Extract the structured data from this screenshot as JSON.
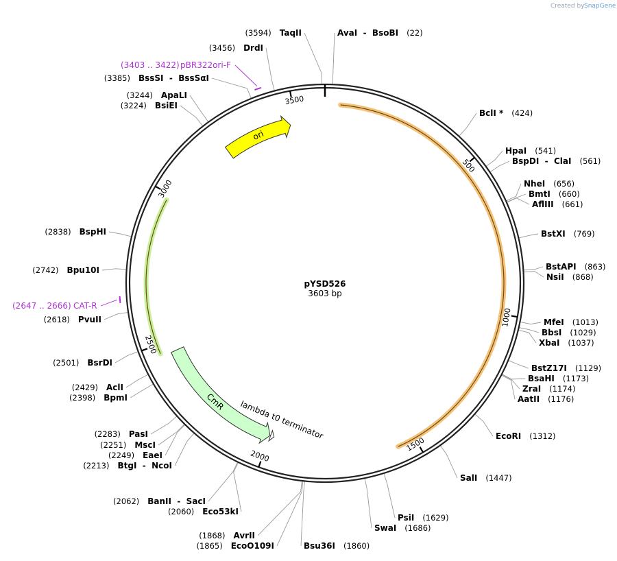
{
  "plasmid": {
    "name": "pYSD526",
    "length_label": "3603 bp",
    "length": 3603
  },
  "credit": {
    "prefix": "Created by",
    "brand": "SnapGene"
  },
  "ticks": [
    {
      "pos": 500,
      "label": "500"
    },
    {
      "pos": 1000,
      "label": "1000"
    },
    {
      "pos": 1500,
      "label": "1500"
    },
    {
      "pos": 2000,
      "label": "2000"
    },
    {
      "pos": 2500,
      "label": "2500"
    },
    {
      "pos": 3000,
      "label": "3000"
    },
    {
      "pos": 3500,
      "label": "3500"
    }
  ],
  "features": [
    {
      "name": "ori",
      "start": 3240,
      "end": 3480,
      "color": "#ffff00",
      "label": "ori"
    },
    {
      "name": "CmR",
      "start": 2000,
      "end": 2460,
      "color": "#ccffcc",
      "label": "CmR"
    },
    {
      "name": "lambda t0 terminator",
      "start": 1985,
      "end": 1998,
      "color": "#ffffff",
      "label": "lambda t0 terminator"
    }
  ],
  "orf_highlights": [
    {
      "start": 50,
      "end": 1560,
      "color": "#f5c27a"
    },
    {
      "start": 2470,
      "end": 2980,
      "color": "#c8f09a"
    }
  ],
  "enzymes": [
    {
      "name": "TaqII",
      "pos": 3594,
      "pos_label": "(3594)"
    },
    {
      "name": "AvaI  -  BsoBI",
      "pos": 22,
      "pos_label": "(22)"
    },
    {
      "name": "DrdI",
      "pos": 3456,
      "pos_label": "(3456)"
    },
    {
      "name": "BssSI  -  BssSαI",
      "pos": 3385,
      "pos_label": "(3385)"
    },
    {
      "name": "ApaLI",
      "pos": 3244,
      "pos_label": "(3244)"
    },
    {
      "name": "BsiEI",
      "pos": 3224,
      "pos_label": "(3224)"
    },
    {
      "name": "BclI *",
      "pos": 424,
      "pos_label": "(424)"
    },
    {
      "name": "HpaI",
      "pos": 541,
      "pos_label": "(541)"
    },
    {
      "name": "BspDI  -  ClaI",
      "pos": 561,
      "pos_label": "(561)"
    },
    {
      "name": "NheI",
      "pos": 656,
      "pos_label": "(656)"
    },
    {
      "name": "BmtI",
      "pos": 660,
      "pos_label": "(660)"
    },
    {
      "name": "AflIII",
      "pos": 661,
      "pos_label": "(661)"
    },
    {
      "name": "BstXI",
      "pos": 769,
      "pos_label": "(769)"
    },
    {
      "name": "BstAPI",
      "pos": 863,
      "pos_label": "(863)"
    },
    {
      "name": "NsiI",
      "pos": 868,
      "pos_label": "(868)"
    },
    {
      "name": "MfeI",
      "pos": 1013,
      "pos_label": "(1013)"
    },
    {
      "name": "BbsI",
      "pos": 1029,
      "pos_label": "(1029)"
    },
    {
      "name": "XbaI",
      "pos": 1037,
      "pos_label": "(1037)"
    },
    {
      "name": "BstZ17I",
      "pos": 1129,
      "pos_label": "(1129)"
    },
    {
      "name": "BsaHI",
      "pos": 1173,
      "pos_label": "(1173)"
    },
    {
      "name": "ZraI",
      "pos": 1174,
      "pos_label": "(1174)"
    },
    {
      "name": "AatII",
      "pos": 1176,
      "pos_label": "(1176)"
    },
    {
      "name": "EcoRI",
      "pos": 1312,
      "pos_label": "(1312)"
    },
    {
      "name": "SalI",
      "pos": 1447,
      "pos_label": "(1447)"
    },
    {
      "name": "PsiI",
      "pos": 1629,
      "pos_label": "(1629)"
    },
    {
      "name": "SwaI",
      "pos": 1686,
      "pos_label": "(1686)"
    },
    {
      "name": "Bsu36I",
      "pos": 1860,
      "pos_label": "(1860)"
    },
    {
      "name": "AvrII",
      "pos": 1868,
      "pos_label": "(1868)"
    },
    {
      "name": "EcoO109I",
      "pos": 1865,
      "pos_label": "(1865)"
    },
    {
      "name": "BanII  -  SacI",
      "pos": 2062,
      "pos_label": "(2062)"
    },
    {
      "name": "Eco53kI",
      "pos": 2060,
      "pos_label": "(2060)"
    },
    {
      "name": "PasI",
      "pos": 2283,
      "pos_label": "(2283)"
    },
    {
      "name": "MscI",
      "pos": 2251,
      "pos_label": "(2251)"
    },
    {
      "name": "EaeI",
      "pos": 2249,
      "pos_label": "(2249)"
    },
    {
      "name": "BtgI  -  NcoI",
      "pos": 2213,
      "pos_label": "(2213)"
    },
    {
      "name": "AclI",
      "pos": 2429,
      "pos_label": "(2429)"
    },
    {
      "name": "BpmI",
      "pos": 2398,
      "pos_label": "(2398)"
    },
    {
      "name": "BsrDI",
      "pos": 2501,
      "pos_label": "(2501)"
    },
    {
      "name": "PvuII",
      "pos": 2618,
      "pos_label": "(2618)"
    },
    {
      "name": "Bpu10I",
      "pos": 2742,
      "pos_label": "(2742)"
    },
    {
      "name": "BspHI",
      "pos": 2838,
      "pos_label": "(2838)"
    }
  ],
  "primers": [
    {
      "name": "pBR322ori-F",
      "range_label": "(3403 .. 3422)",
      "start": 3403,
      "end": 3422
    },
    {
      "name": "CAT-R",
      "range_label": "(2647 .. 2666)",
      "start": 2647,
      "end": 2666
    }
  ],
  "colors": {
    "backbone": "#222222",
    "primer": "#b030d8"
  }
}
